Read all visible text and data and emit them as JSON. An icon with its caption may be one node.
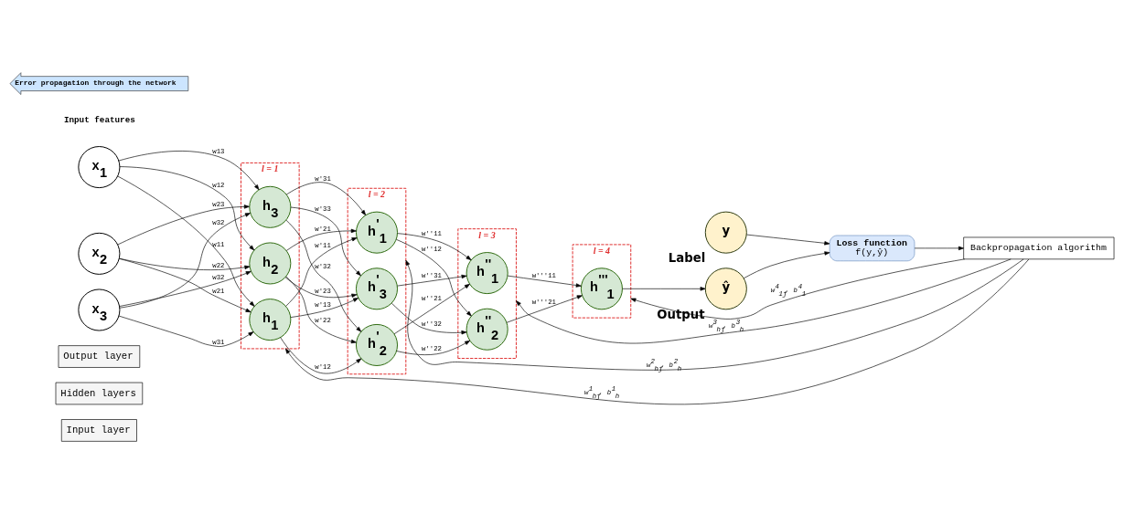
{
  "diagram": {
    "nodes": [
      {
        "text": [
          "Input layer"
        ]
      },
      {
        "text": [
          "Hidden layers"
        ]
      },
      {
        "text": [
          "Output layer"
        ]
      },
      {
        "text": [
          "l = 1"
        ]
      },
      {
        "text": [
          "l = 2"
        ]
      },
      {
        "text": [
          "l = 3"
        ]
      },
      {
        "text": [
          "l = 4"
        ]
      },
      {
        "text": [
          "x$_{1}$"
        ]
      },
      {
        "text": [
          "x$_{2}$"
        ]
      },
      {
        "text": [
          "x$_{3}$"
        ]
      },
      {
        "text": [
          "h$_{1}$"
        ],
        "in": 3
      },
      {
        "text": [
          "h$_{2}$"
        ],
        "in": 3
      },
      {
        "text": [
          "h$_{3}$"
        ],
        "in": 3
      },
      {
        "text": [
          "h$^{'}$$_{1}$"
        ],
        "in": 4
      },
      {
        "text": [
          "h$^{'}$$_{2}$"
        ],
        "in": 4
      },
      {
        "text": [
          "h$^{'}$$_{3}$"
        ],
        "in": 4
      },
      {
        "text": [
          "h$^{''}$$_{1}$"
        ],
        "in": 5
      },
      {
        "text": [
          "h$^{''}$$_{2}$"
        ],
        "in": 5
      },
      {
        "text": [
          "h$^{'''}$$_{1}$"
        ],
        "in": 6
      },
      {
        "text": [
          "ŷ"
        ],
        "beside": [
          "Output"
        ]
      },
      {
        "text": [
          "y"
        ],
        "beside": [
          "Label"
        ]
      },
      {
        "text": [
          "Loss function",
          "f(y,ŷ)"
        ]
      },
      {
        "text": [
          "Backpropagation algorithm"
        ]
      }
    ],
    "edges": [
      {
        "from": 7,
        "to": 10,
        "arrow": "to",
        "label": "w11"
      },
      {
        "from": 7,
        "to": 11,
        "arrow": "to",
        "label": "w12"
      },
      {
        "from": 7,
        "to": 12,
        "arrow": "to",
        "label": "w13"
      },
      {
        "from": 8,
        "to": 10,
        "arrow": "to",
        "label": "w21"
      },
      {
        "from": 8,
        "to": 11,
        "arrow": "to",
        "label": "w22"
      },
      {
        "from": 8,
        "to": 12,
        "arrow": "to",
        "label": "w23"
      },
      {
        "from": 9,
        "to": 10,
        "arrow": "to",
        "label": "w31"
      },
      {
        "from": 9,
        "to": 11,
        "arrow": "to",
        "label": "w32"
      },
      {
        "from": 9,
        "to": 12,
        "arrow": "to",
        "label": "w32"
      },
      {
        "from": 10,
        "to": 13,
        "arrow": "to",
        "label": "w'11"
      },
      {
        "from": 10,
        "to": 14,
        "arrow": "to",
        "label": "w'12"
      },
      {
        "from": 10,
        "to": 15,
        "arrow": "to",
        "label": "w'13"
      },
      {
        "from": 11,
        "to": 13,
        "arrow": "to",
        "label": "w'21"
      },
      {
        "from": 11,
        "to": 14,
        "arrow": "to",
        "label": "w'22"
      },
      {
        "from": 11,
        "to": 15,
        "arrow": "to",
        "label": "w'23"
      },
      {
        "from": 12,
        "to": 13,
        "arrow": "to",
        "label": "w'31"
      },
      {
        "from": 12,
        "to": 14,
        "arrow": "to",
        "label": "w'32"
      },
      {
        "from": 12,
        "to": 15,
        "arrow": "to",
        "label": "w'33"
      },
      {
        "from": 13,
        "to": 16,
        "arrow": "to",
        "label": "w''11"
      },
      {
        "from": 13,
        "to": 17,
        "arrow": "to",
        "label": "w''12"
      },
      {
        "from": 14,
        "to": 16,
        "arrow": "to",
        "label": "w''21"
      },
      {
        "from": 14,
        "to": 17,
        "arrow": "to",
        "label": "w''22"
      },
      {
        "from": 15,
        "to": 16,
        "arrow": "to",
        "label": "w''31"
      },
      {
        "from": 15,
        "to": 17,
        "arrow": "to",
        "label": "w''32"
      },
      {
        "from": 16,
        "to": 18,
        "arrow": "to",
        "label": "w'''11"
      },
      {
        "from": 17,
        "to": 18,
        "arrow": "to",
        "label": "w'''21"
      },
      {
        "from": 18,
        "to": 19,
        "arrow": "to"
      },
      {
        "from": 19,
        "to": 21,
        "arrow": "to"
      },
      {
        "from": 20,
        "to": 21,
        "arrow": "to"
      },
      {
        "from": 21,
        "to": 22,
        "arrow": "to"
      },
      {
        "from": 22,
        "to": 3,
        "arrow": "to",
        "label": "w$^{1}$$_{hj}$, b$^{1}$$_{h}$"
      },
      {
        "from": 22,
        "to": 4,
        "arrow": "to",
        "label": "w$^{2}$$_{hj}$, b$^{2}$$_{h}$"
      },
      {
        "from": 22,
        "to": 5,
        "arrow": "to",
        "label": "w$^{3}$$_{hj}$, b$^{3}$$_{h}$"
      },
      {
        "from": 22,
        "to": 6,
        "arrow": "to",
        "label": "w$^{4}$$_{1j}$, b$^{4}$$_{1}$"
      }
    ],
    "labels": [
      "Input features",
      "Error propagation through the network"
    ]
  }
}
